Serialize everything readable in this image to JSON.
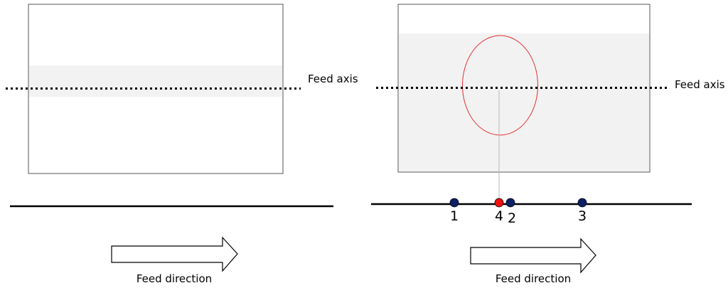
{
  "colors": {
    "frame": "#555555",
    "band": "#f2f2f2",
    "line": "#000000",
    "ellipse": "#e53030",
    "marker_blue": "#0d1f66",
    "marker_red": "#ee1111"
  },
  "left_panel": {
    "axis_label": "Feed axis",
    "direction_label": "Feed direction"
  },
  "right_panel": {
    "axis_label": "Feed axis",
    "direction_label": "Feed direction",
    "markers": [
      {
        "label": "1",
        "color": "blue"
      },
      {
        "label": "4",
        "color": "red"
      },
      {
        "label": "2",
        "color": "blue"
      },
      {
        "label": "3",
        "color": "blue"
      }
    ]
  }
}
